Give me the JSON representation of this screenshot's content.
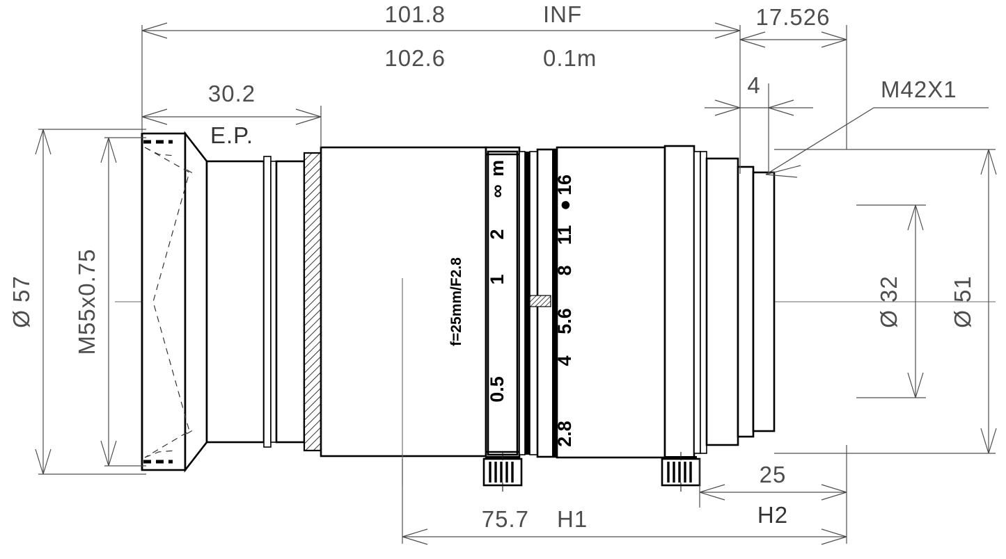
{
  "drawing": {
    "title": "Lens outline dimensional drawing",
    "units": "mm",
    "line_color": "#1a1a1a",
    "dim_color": "#4d4d4d"
  },
  "dimensions": {
    "overall_inf": {
      "value": "101.8",
      "note": "INF"
    },
    "overall_close": {
      "value": "102.6",
      "note": "0.1m"
    },
    "entrance_pupil": {
      "value": "30.2",
      "note": "E.P."
    },
    "rear_section": {
      "value": "17.526"
    },
    "flange_step": {
      "value": "4"
    },
    "front_diameter": {
      "value": "Ø 57"
    },
    "front_thread": {
      "value": "M55x0.75"
    },
    "rear_thread_callout": {
      "value": "M42X1"
    },
    "rear_inner_diameter": {
      "value": "Ø 32"
    },
    "rear_outer_diameter": {
      "value": "Ø 51"
    },
    "h1_length": {
      "value": "75.7",
      "note": "H1"
    },
    "h2_length": {
      "value": "25",
      "note": "H2"
    }
  },
  "lens_markings": {
    "spec_text": "f=25mm/F2.8",
    "focus_ring": {
      "unit": "m",
      "scale": [
        "∞",
        "2",
        "1",
        "0.5"
      ]
    },
    "aperture_ring": {
      "index_dot": "●",
      "scale": [
        "16",
        "11",
        "8",
        "5.6",
        "4",
        "2.8"
      ]
    }
  }
}
